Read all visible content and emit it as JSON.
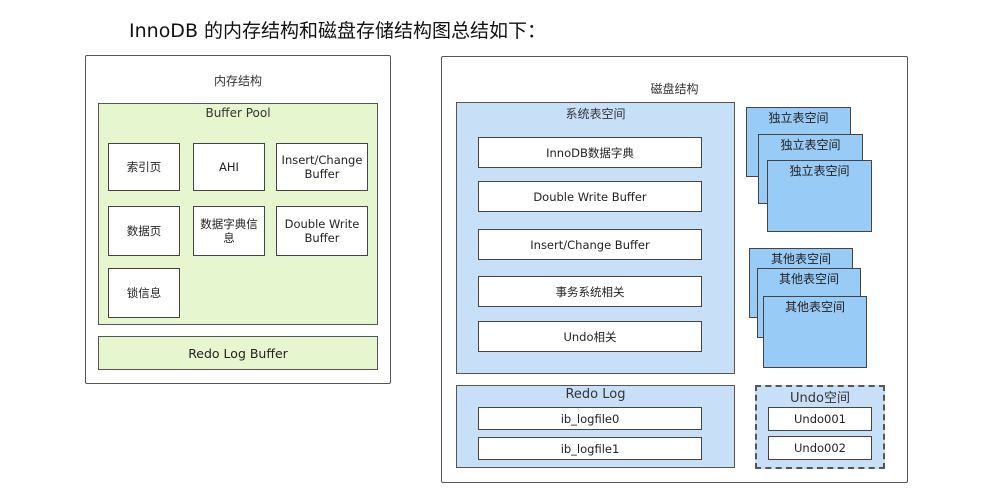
{
  "heading": "InnoDB 的内存结构和磁盘存储结构图总结如下：",
  "memory": {
    "title": "内存结构",
    "buffer_pool": {
      "title": "Buffer Pool",
      "items": [
        "索引页",
        "AHI",
        "Insert/Change Buffer",
        "数据页",
        "数据字典信息",
        "Double Write Buffer",
        "锁信息"
      ]
    },
    "redo_log_buffer": "Redo Log Buffer"
  },
  "disk": {
    "title": "磁盘结构",
    "system_tablespace": {
      "title": "系统表空间",
      "items": [
        "InnoDB数据字典",
        "Double Write Buffer",
        "Insert/Change Buffer",
        "事务系统相关",
        "Undo相关"
      ]
    },
    "independent_tablespaces": [
      "独立表空间",
      "独立表空间",
      "独立表空间"
    ],
    "other_tablespaces": [
      "其他表空间",
      "其他表空间",
      "其他表空间"
    ],
    "redo_log": {
      "title": "Redo Log",
      "files": [
        "ib_logfile0",
        "ib_logfile1"
      ]
    },
    "undo_space": {
      "title": "Undo空间",
      "items": [
        "Undo001",
        "Undo002"
      ]
    }
  },
  "colors": {
    "memory_fill": "#e6f7cf",
    "disk_fill": "#c8e0f7",
    "tablespace_fill": "#98ccf6"
  }
}
